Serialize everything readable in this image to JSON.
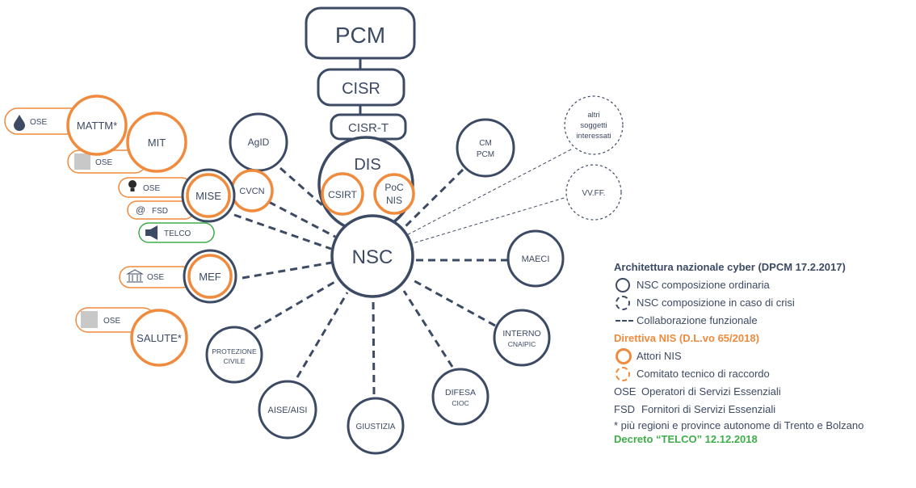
{
  "colors": {
    "navy": "#3c4a63",
    "orange": "#f08a3c",
    "green": "#3fae49",
    "gray": "#c8c8c8"
  },
  "nodes": {
    "pcm": "PCM",
    "cisr": "CISR",
    "cisrt": "CISR-T",
    "dis": "DIS",
    "csirt": "CSIRT",
    "poc_line1": "PoC",
    "poc_line2": "NIS",
    "nsc": "NSC",
    "agid": "AgID",
    "cvcn": "CVCN",
    "mise": "MISE",
    "mef": "MEF",
    "mattm": "MATTM*",
    "mit": "MIT",
    "salute": "SALUTE*",
    "cm_line1": "CM",
    "cm_line2": "PCM",
    "altri_line1": "altri",
    "altri_line2": "soggetti",
    "altri_line3": "interessati",
    "vvff": "VV.FF.",
    "maeci": "MAECI",
    "interno_line1": "INTERNO",
    "interno_line2": "CNAIPIC",
    "difesa_line1": "DIFESA",
    "difesa_line2": "CIOC",
    "giustizia": "GIUSTIZIA",
    "aise": "AISE/AISI",
    "prot_line1": "PROTEZIONE",
    "prot_line2": "CIVILE"
  },
  "tags": {
    "mattm_ose": "OSE",
    "mit_ose": "OSE",
    "mise_ose": "OSE",
    "mise_fsd": "FSD",
    "mise_telco": "TELCO",
    "mef_ose": "OSE",
    "salute_ose": "OSE"
  },
  "legend": {
    "title": "Architettura nazionale cyber (DPCM 17.2.2017)",
    "ordinary": "NSC composizione ordinaria",
    "crisis": "NSC composizione in caso di crisi",
    "functional": "Collaborazione funzionale",
    "nis_title": "Direttiva NIS (D.L.vo 65/2018)",
    "nis_actors": "Attori NIS",
    "committee": "Comitato tecnico di raccordo",
    "ose_abbr": "OSE",
    "ose_text": "Operatori di Servizi Essenziali",
    "fsd_abbr": "FSD",
    "fsd_text": "Fornitori di Servizi Essenziali",
    "note": "* più regioni e province autonome di Trento e Bolzano",
    "telco_decree": "Decreto “TELCO” 12.12.2018"
  }
}
